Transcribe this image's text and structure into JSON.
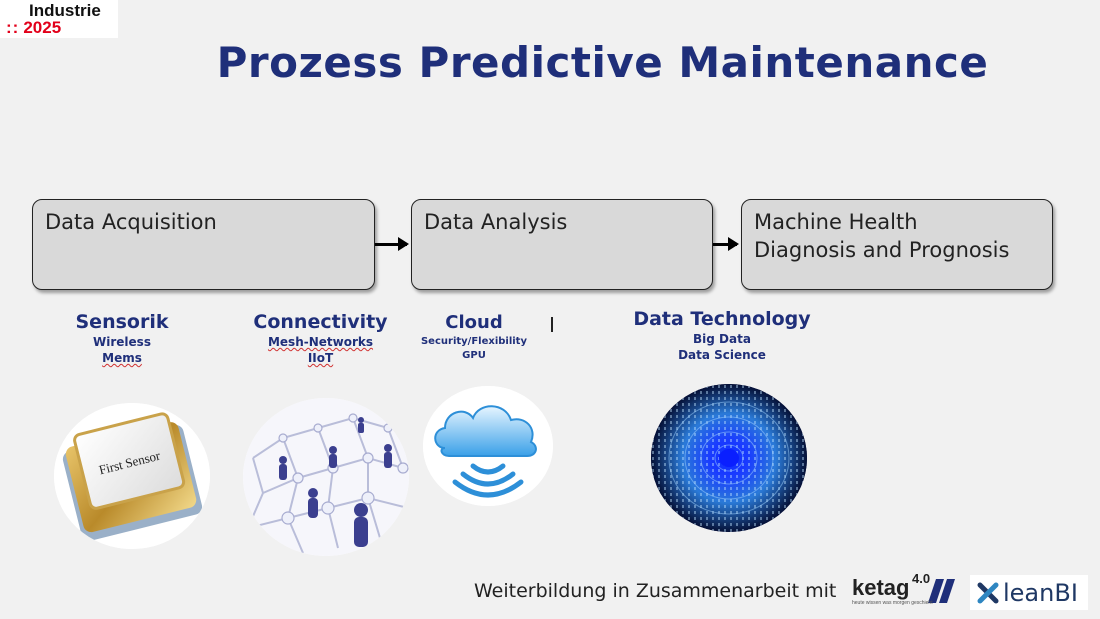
{
  "logo": {
    "line1": "Industrie",
    "dots": "::",
    "line2": "2025"
  },
  "title": "Prozess Predictive Maintenance",
  "stages": [
    {
      "label_lines": [
        "Data Acquisition"
      ]
    },
    {
      "label_lines": [
        "Data Analysis"
      ]
    },
    {
      "label_lines": [
        "Machine Health",
        "Diagnosis and Prognosis"
      ]
    }
  ],
  "categories": [
    {
      "title": "Sensorik",
      "items": [
        "Wireless",
        "Mems"
      ],
      "image": "sensor-chip-image",
      "chip_label": "First Sensor"
    },
    {
      "title": "Connectivity",
      "items": [
        "Mesh-Networks",
        "IIoT"
      ],
      "image": "network-people-image"
    },
    {
      "title": "Cloud",
      "items": [
        "Security/Flexibility",
        "GPU"
      ],
      "image": "cloud-wireless-image"
    },
    {
      "title": "Data Technology",
      "items": [
        "Big Data",
        "Data Science"
      ],
      "image": "data-tunnel-image"
    }
  ],
  "footer": {
    "text": "Weiterbildung in Zusammenarbeit mit",
    "ketag": {
      "word": "ketag",
      "sup": "4.0",
      "slogan": "heute wissen was morgen geschieht"
    },
    "leanbi": {
      "word": "leanBI"
    }
  },
  "colors": {
    "title": "#1f2f7a",
    "brand_red": "#e2001a",
    "stage_fill": "#d9d9d9",
    "background": "#f1f1f1"
  }
}
